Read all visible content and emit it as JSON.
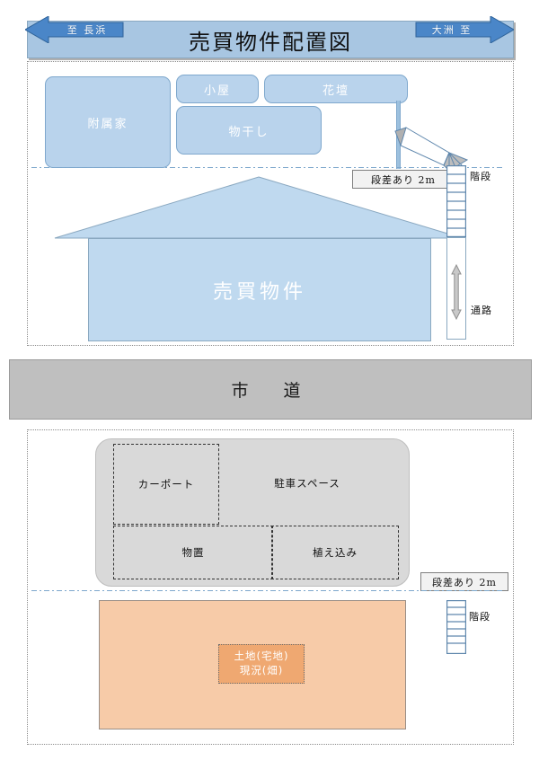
{
  "document": {
    "title": "売買物件配置図"
  },
  "top_plot": {
    "boxes": [
      {
        "id": "annex",
        "label": "附属家"
      },
      {
        "id": "shed",
        "label": "小屋"
      },
      {
        "id": "flowerbed",
        "label": "花壇"
      },
      {
        "id": "laundry",
        "label": "物干し"
      }
    ],
    "house": {
      "label": "売買物件"
    },
    "notes": [
      {
        "id": "step-note-top",
        "label": "段差あり  2m"
      }
    ],
    "labels": [
      {
        "id": "stairs-top",
        "label": "階段"
      },
      {
        "id": "path",
        "label": "通路"
      }
    ]
  },
  "road": {
    "name": "市　道",
    "left_arrow": {
      "label": "至  長浜",
      "direction": "left"
    },
    "right_arrow": {
      "label": "大洲  至",
      "direction": "right"
    }
  },
  "bottom_plot": {
    "parking": {
      "carport": "カーポート",
      "parking_space": "駐車スペース",
      "storage": "物置",
      "planting": "植え込み"
    },
    "land": {
      "line1": "土地(宅地)",
      "line2": "現況(畑)"
    },
    "notes": [
      {
        "id": "step-note-bottom",
        "label": "段差あり  2m"
      }
    ],
    "labels": [
      {
        "id": "stairs-bottom",
        "label": "階段"
      }
    ]
  },
  "colors": {
    "title_bg": "#a8c6e2",
    "box_fill": "#b9d3ec",
    "box_stroke": "#7fa8cd",
    "house_fill": "#bfd9ef",
    "road_fill": "#bfbfbf",
    "arrow_fill": "#4a86c8",
    "parking_fill": "#d9d9d9",
    "land_fill": "#f7cba8",
    "land_label_fill": "#efa871",
    "level_line": "#7da7cc"
  }
}
